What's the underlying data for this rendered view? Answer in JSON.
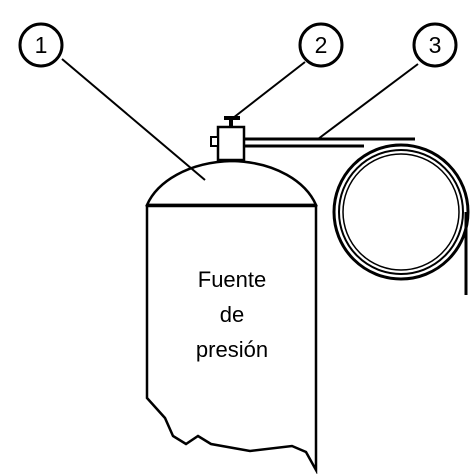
{
  "diagram": {
    "callouts": [
      {
        "id": "1",
        "label": "1"
      },
      {
        "id": "2",
        "label": "2"
      },
      {
        "id": "3",
        "label": "3"
      }
    ],
    "tank_label": {
      "line1": "Fuente",
      "line2": "de",
      "line3": "presión"
    }
  }
}
